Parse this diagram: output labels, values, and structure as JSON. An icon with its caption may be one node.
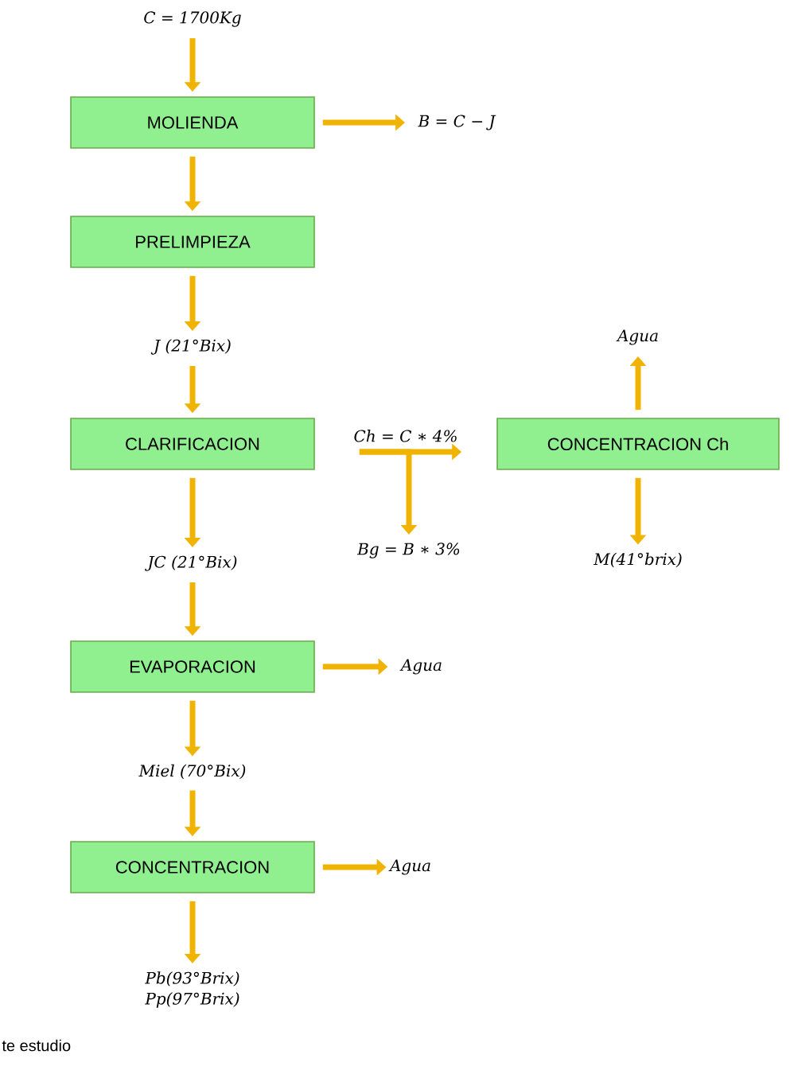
{
  "diagram": {
    "nodes": [
      {
        "text": [
          "C = 1700Kg"
        ]
      },
      {
        "text": [
          "MOLIENDA"
        ]
      },
      {
        "text": [
          "B = C − J"
        ]
      },
      {
        "text": [
          "PRELIMPIEZA"
        ]
      },
      {
        "text": [
          "J (21°Bix)"
        ]
      },
      {
        "text": [
          "CLARIFICACION"
        ]
      },
      {
        "text": [
          "Bg = B ∗ 3%"
        ]
      },
      {
        "text": [
          "CONCENTRACION Ch"
        ]
      },
      {
        "text": [
          "Agua"
        ]
      },
      {
        "text": [
          "M(41°brix)"
        ]
      },
      {
        "text": [
          "JC (21°Bix)"
        ]
      },
      {
        "text": [
          "EVAPORACION"
        ]
      },
      {
        "text": [
          "Agua"
        ]
      },
      {
        "text": [
          "Miel (70°Bix)"
        ]
      },
      {
        "text": [
          "CONCENTRACION"
        ]
      },
      {
        "text": [
          "Agua"
        ]
      },
      {
        "text": [
          "Pb(93°Brix)",
          "Pp(97°Brix)"
        ]
      }
    ],
    "edges": [
      {
        "from": 0,
        "to": 1,
        "arrow": "to"
      },
      {
        "from": 1,
        "to": 2,
        "arrow": "to"
      },
      {
        "from": 1,
        "to": 3,
        "arrow": "to"
      },
      {
        "from": 3,
        "to": 4,
        "arrow": "to"
      },
      {
        "from": 4,
        "to": 5,
        "arrow": "to"
      },
      {
        "from": 5,
        "to": 7,
        "arrow": "to",
        "label": "Ch = C ∗ 4%"
      },
      {
        "from": 5,
        "to": 6,
        "arrow": "to"
      },
      {
        "from": 7,
        "to": 8,
        "arrow": "to"
      },
      {
        "from": 7,
        "to": 9,
        "arrow": "to"
      },
      {
        "from": 5,
        "to": 10,
        "arrow": "to"
      },
      {
        "from": 10,
        "to": 11,
        "arrow": "to"
      },
      {
        "from": 11,
        "to": 12,
        "arrow": "to"
      },
      {
        "from": 11,
        "to": 13,
        "arrow": "to"
      },
      {
        "from": 13,
        "to": 14,
        "arrow": "to"
      },
      {
        "from": 14,
        "to": 15,
        "arrow": "to"
      },
      {
        "from": 14,
        "to": 16,
        "arrow": "to"
      }
    ],
    "labels": [
      "te estudio"
    ]
  }
}
